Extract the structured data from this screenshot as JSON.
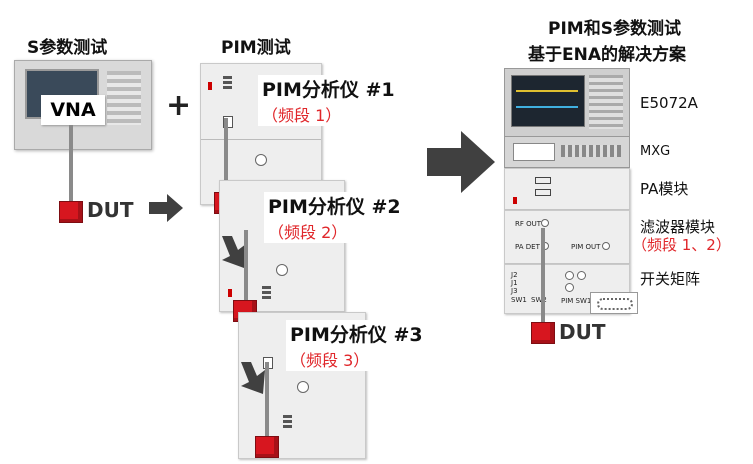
{
  "left": {
    "title": "S参数测试",
    "vna_label": "VNA",
    "dut_label": "DUT",
    "plus": "+"
  },
  "middle": {
    "title": "PIM测试",
    "analyzers": [
      {
        "name": "PIM分析仪 #1",
        "band": "（频段 1）"
      },
      {
        "name": "PIM分析仪 #2",
        "band": "（频段 2）"
      },
      {
        "name": "PIM分析仪 #3",
        "band": "（频段 3）"
      }
    ]
  },
  "right": {
    "title_line1": "PIM和S参数测试",
    "title_line2": "基于ENA的解决方案",
    "items": {
      "e5072a": "E5072A",
      "mxg": "MXG",
      "pa_module": "PA模块",
      "filter_module": "滤波器模块",
      "filter_band": "（频段 1、2）",
      "switch_matrix": "开关矩阵"
    },
    "panel_labels": {
      "rf_out": "RF OUT",
      "pa_det": "PA DET",
      "pim_out": "PIM OUT",
      "j2": "J2",
      "j1": "J1",
      "j3": "J3",
      "sw1": "SW1",
      "sw2": "SW2",
      "pim_sw1": "PIM SW1"
    },
    "dut_label": "DUT"
  },
  "colors": {
    "accent_red": "#e0262a",
    "arrow_gray": "#404040"
  }
}
